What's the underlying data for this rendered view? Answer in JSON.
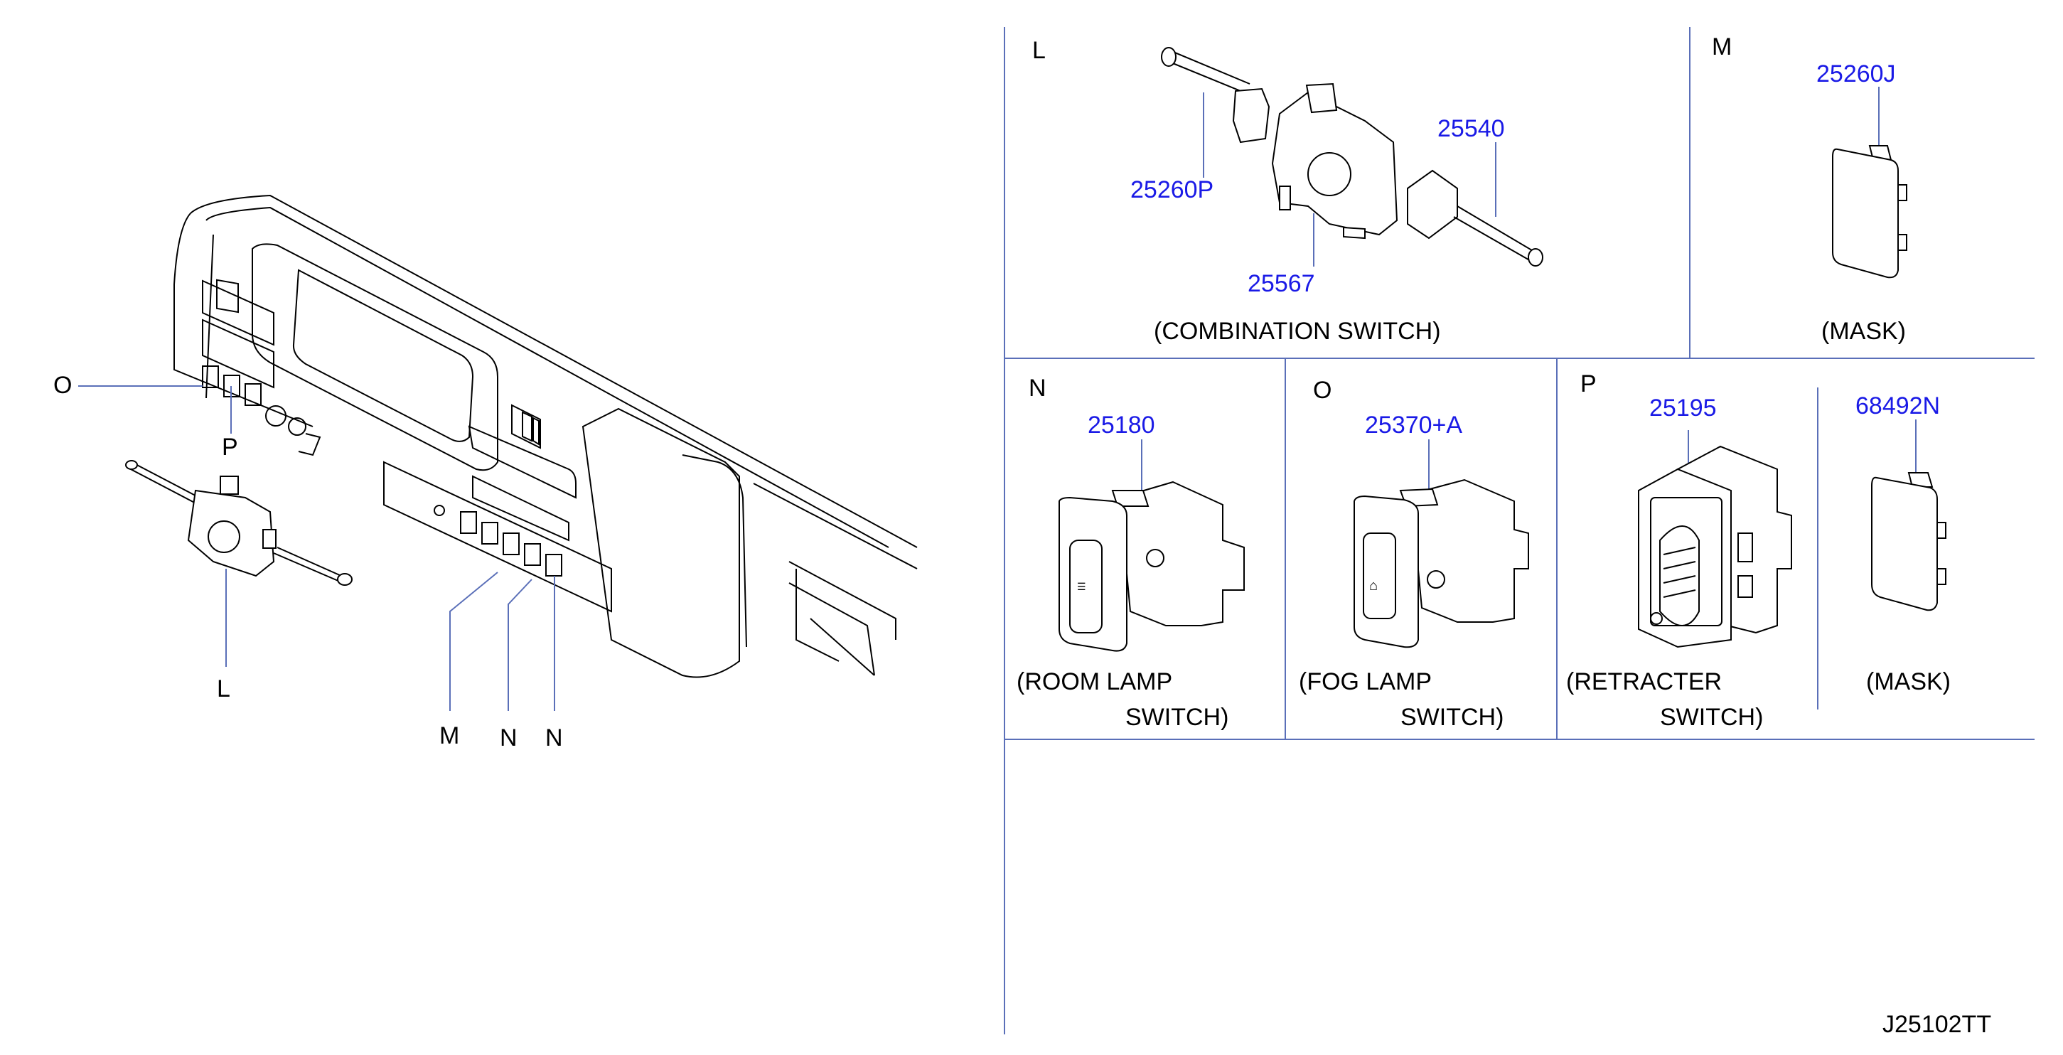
{
  "callouts": {
    "O": "O",
    "P": "P",
    "L": "L",
    "M": "M",
    "N1": "N",
    "N2": "N"
  },
  "panels": {
    "L": {
      "letter": "L",
      "title": "(COMBINATION   SWITCH)",
      "parts": [
        "25260P",
        "25567",
        "25540"
      ]
    },
    "M": {
      "letter": "M",
      "title": "(MASK)",
      "parts": [
        "25260J"
      ]
    },
    "N": {
      "letter": "N",
      "title_line1": "(ROOM   LAMP",
      "title_line2": "SWITCH)",
      "parts": [
        "25180"
      ]
    },
    "O": {
      "letter": "O",
      "title_line1": "(FOG   LAMP",
      "title_line2": "SWITCH)",
      "parts": [
        "25370+A"
      ]
    },
    "P": {
      "letter": "P",
      "title_line1": "(RETRACTER",
      "title_line2": "SWITCH)",
      "parts": [
        "25195"
      ]
    },
    "P2": {
      "title": "(MASK)",
      "parts": [
        "68492N"
      ]
    }
  },
  "diagram_code": "J25102TT",
  "colors": {
    "part_number": "#1a1ae6",
    "separator": "#5a6fb8",
    "line": "#000000"
  }
}
